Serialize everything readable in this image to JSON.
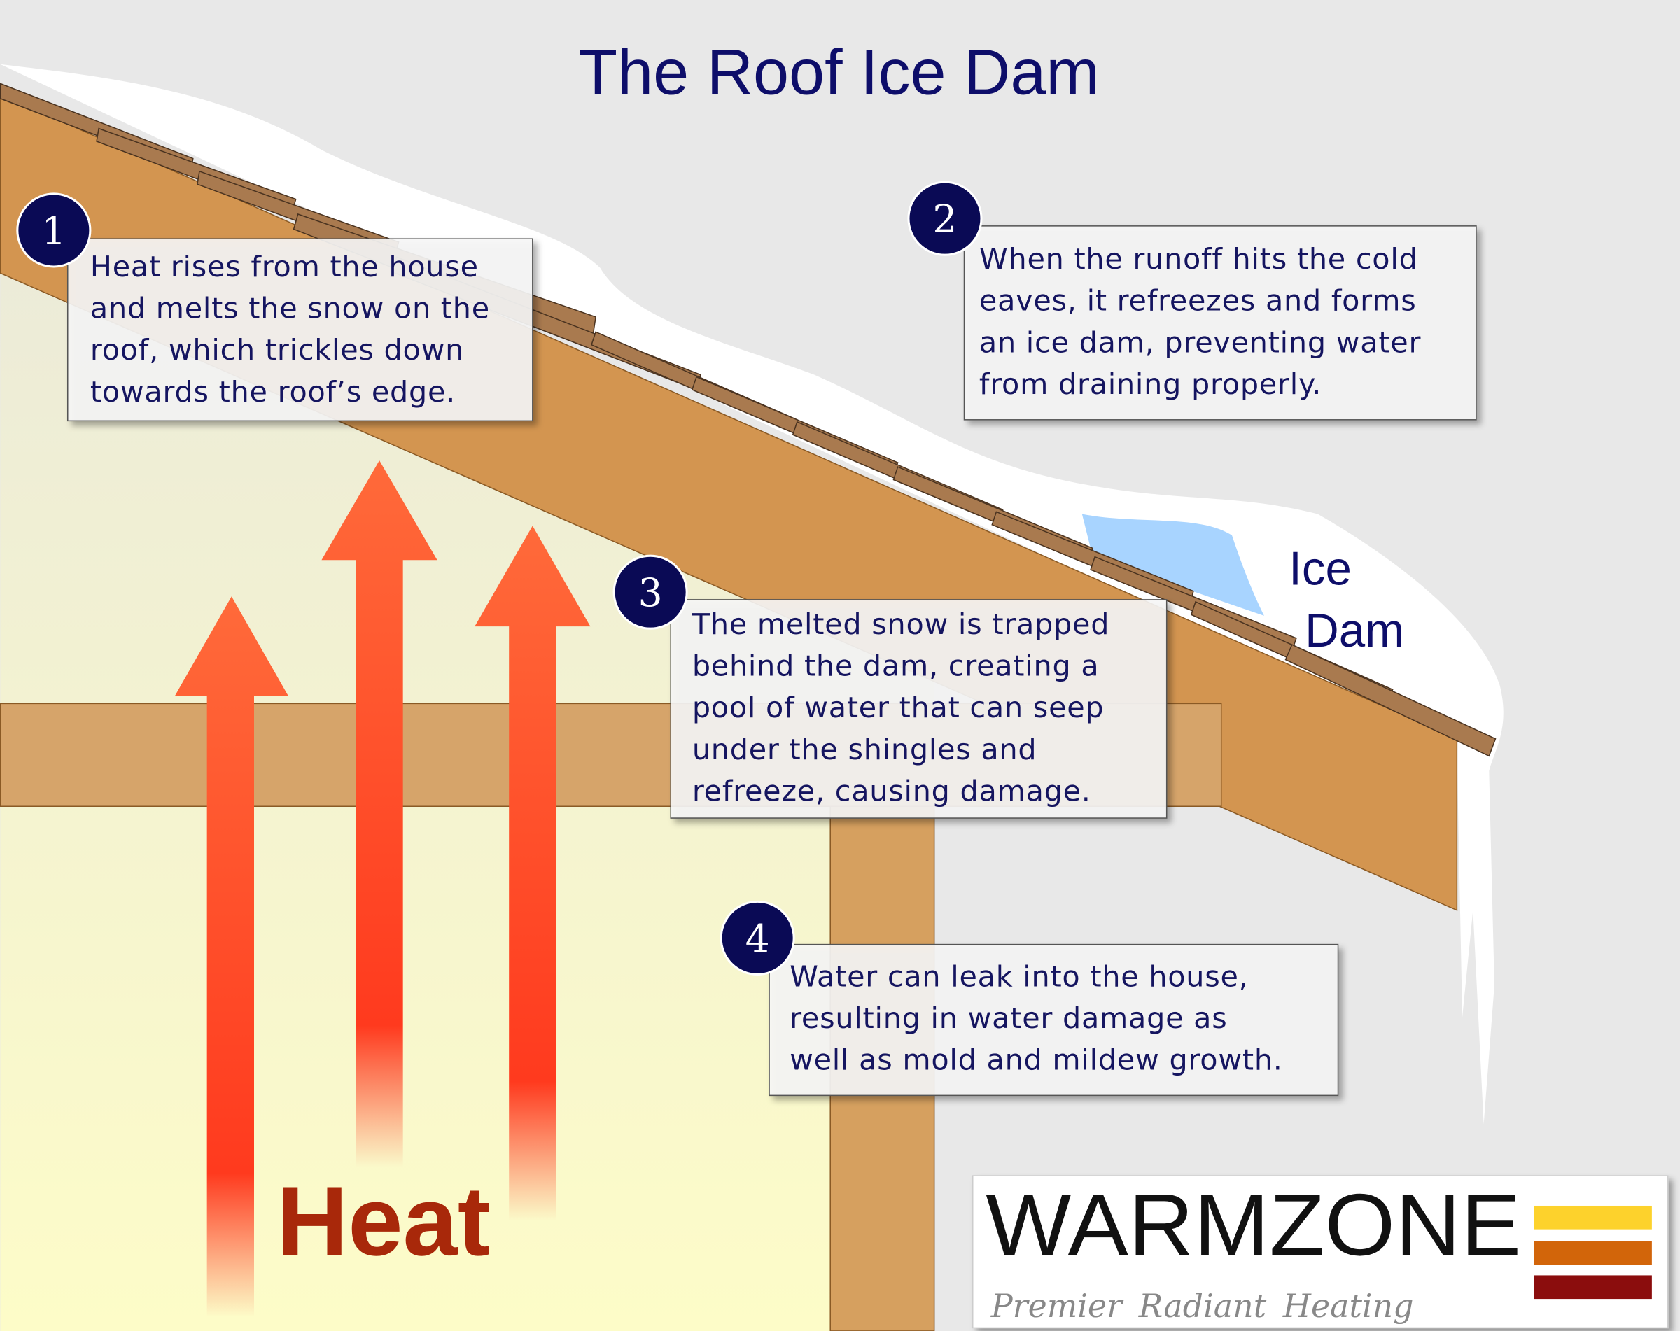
{
  "title": "The Roof Ice Dam",
  "callouts": [
    {
      "number": "1",
      "lines": [
        "Heat rises from the house",
        "and melts the snow on the",
        "roof, which trickles down",
        "towards the roof’s edge."
      ]
    },
    {
      "number": "2",
      "lines": [
        "When the runoff hits the cold",
        "eaves, it refreezes and forms",
        "an ice dam, preventing water",
        "from draining properly."
      ]
    },
    {
      "number": "3",
      "lines": [
        "The melted snow is trapped",
        "behind the dam, creating a",
        "pool of water that can seep",
        "under the shingles and",
        "refreeze, causing damage."
      ]
    },
    {
      "number": "4",
      "lines": [
        "Water can leak into the house,",
        "resulting in water damage as",
        "well as mold and mildew growth."
      ]
    }
  ],
  "ice_dam_label": [
    "Ice",
    "Dam"
  ],
  "heat_label": "Heat",
  "logo": {
    "name": "WARMZONE",
    "tagline": "Premier Radiant Heating",
    "stripe_colors": [
      "#fdd22c",
      "#d2650a",
      "#8b0d0d"
    ]
  },
  "colors": {
    "title": "#0e0e6a",
    "badge": "#0a0a55",
    "roof": "#d39550",
    "heat_arrow": "#ff6a3a",
    "heat_text": "#a8280a",
    "ice": "#a8d4ff"
  }
}
